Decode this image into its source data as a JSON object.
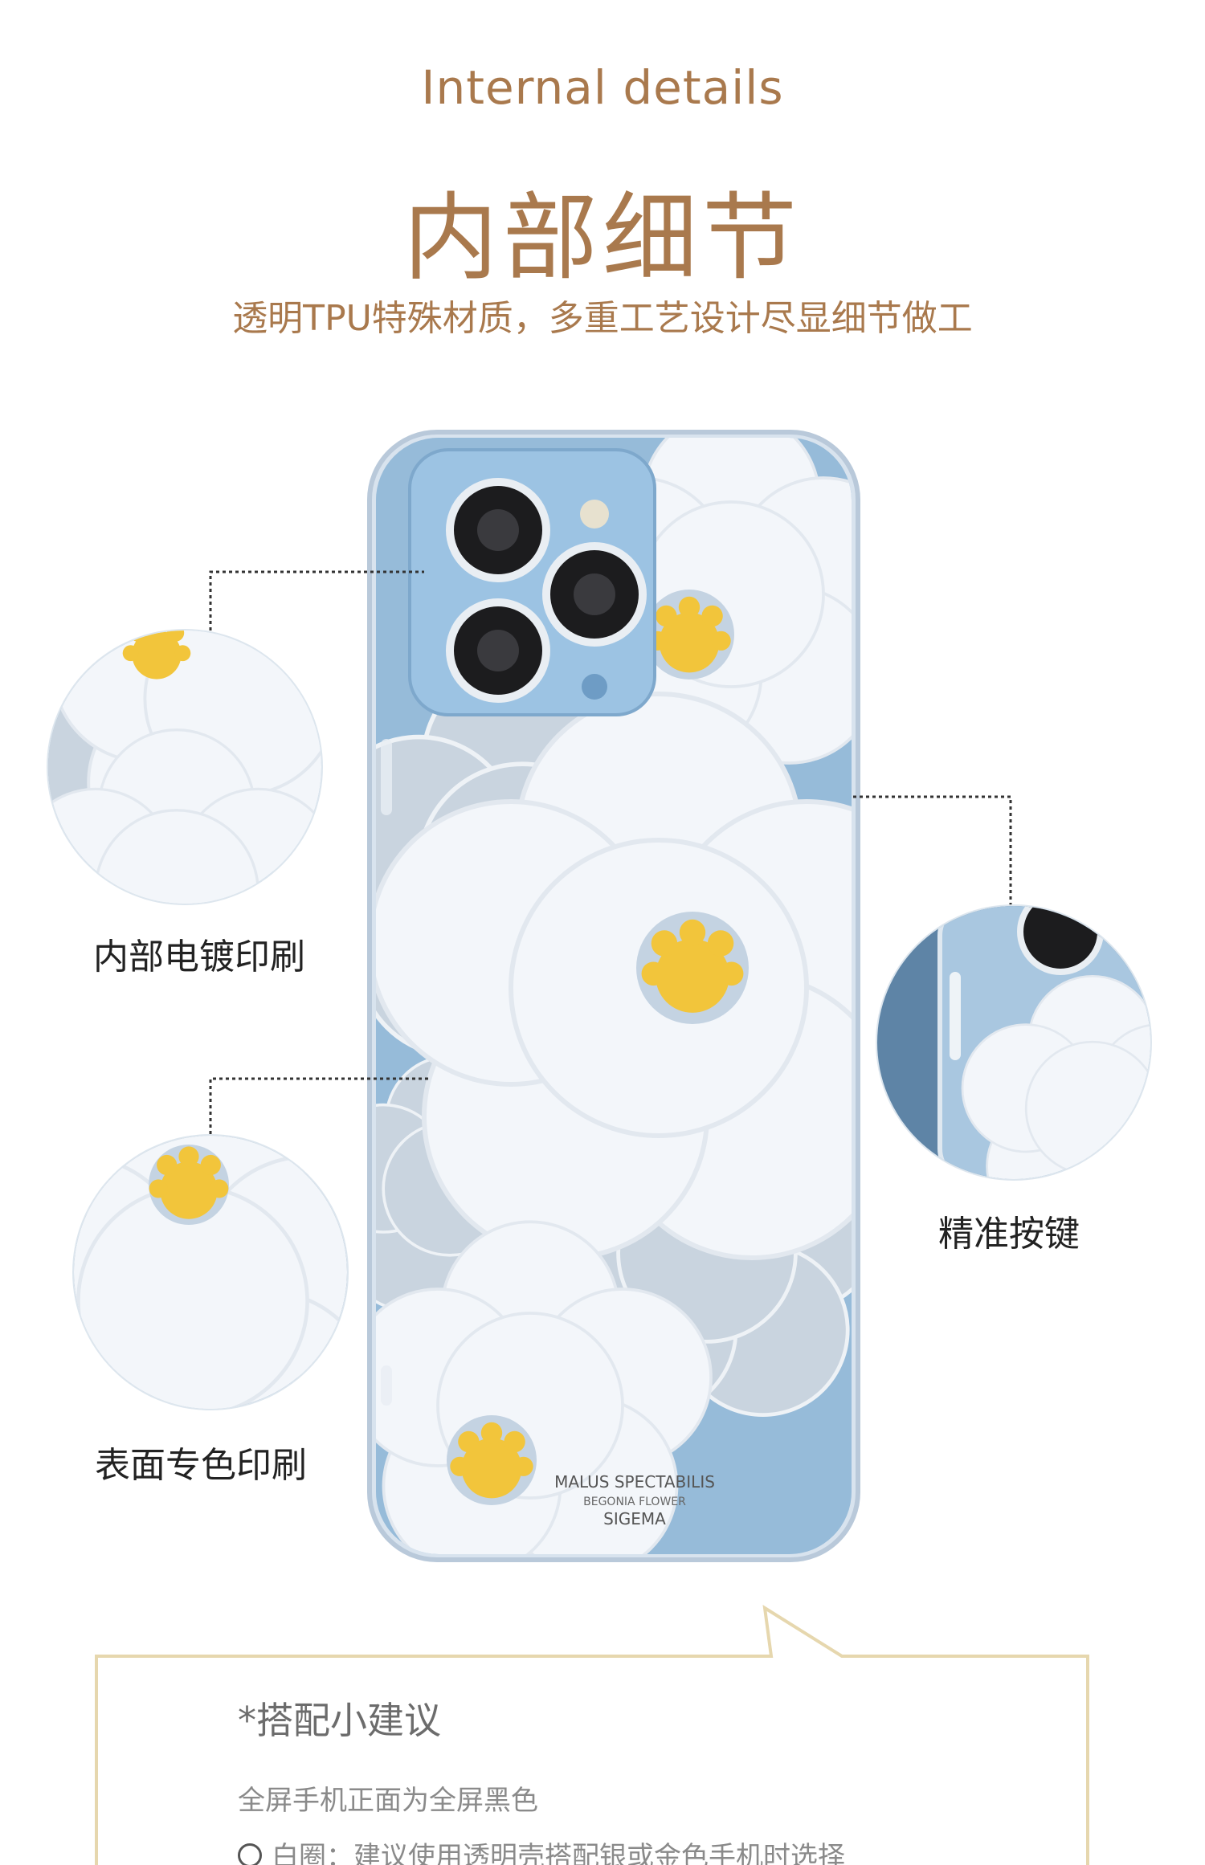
{
  "header": {
    "title_en": "Internal details",
    "title_cn": "内部细节",
    "subtitle": "透明TPU特殊材质，多重工艺设计尽显细节做工"
  },
  "callouts": [
    {
      "label": "内部电镀印刷"
    },
    {
      "label": "精准按键"
    },
    {
      "label": "表面专色印刷"
    }
  ],
  "phone_case": {
    "brand_text": "MALUS SPECTABILIS",
    "brand_subtext": "BEGONIA FLOWER",
    "brand_name": "SIGEMA"
  },
  "tips": {
    "title": "*搭配小建议",
    "line1": "全屏手机正面为全屏黑色",
    "option1": "白圈：建议使用透明壳搭配银或金色手机时选择"
  },
  "colors": {
    "accent": "#a9794d",
    "phone_blue": "#8fb6d6",
    "flower_white": "#f3f6fa",
    "flower_yellow": "#f2c53b",
    "frame_gold": "#e6d7ae"
  }
}
